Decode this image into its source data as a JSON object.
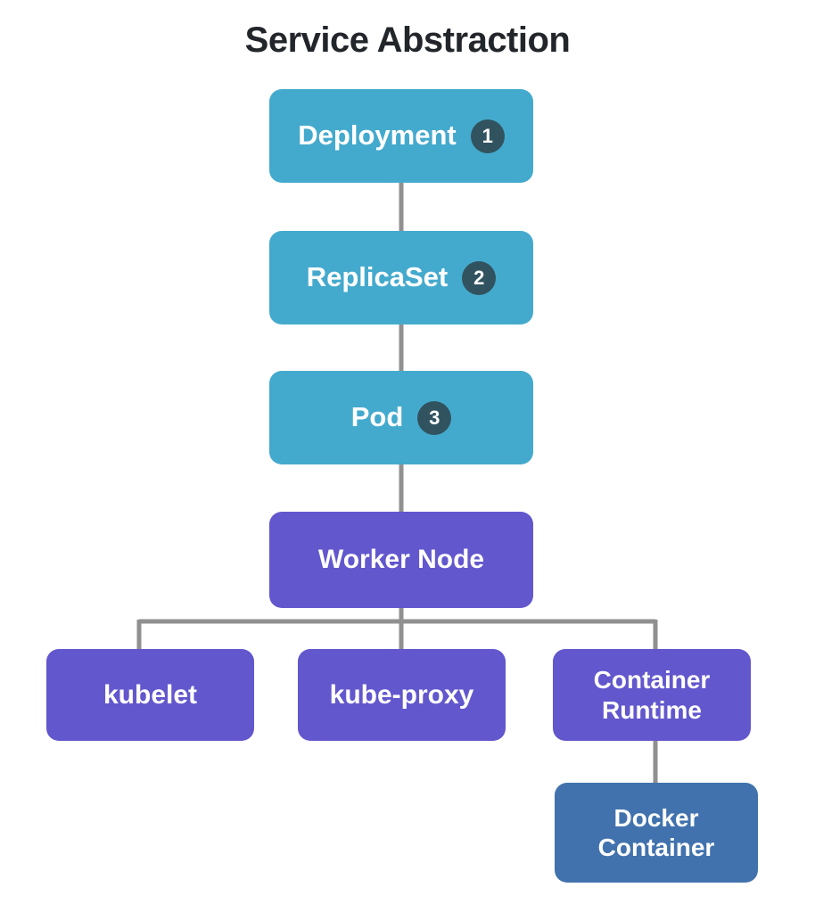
{
  "title": "Service Abstraction",
  "theme": {
    "background": "#ffffff",
    "title_color": "#22262b",
    "connector_color": "#909090",
    "teal": "#44aacd",
    "purple": "#6257cd",
    "blue": "#4172ad",
    "badge_color": "#31535f",
    "node_text_color": "#ffffff"
  },
  "nodes": {
    "deployment": {
      "label": "Deployment",
      "badge": "1",
      "color": "teal"
    },
    "replicaset": {
      "label": "ReplicaSet",
      "badge": "2",
      "color": "teal"
    },
    "pod": {
      "label": "Pod",
      "badge": "3",
      "color": "teal"
    },
    "worker": {
      "label": "Worker Node",
      "color": "purple"
    },
    "kubelet": {
      "label": "kubelet",
      "color": "purple"
    },
    "kubeproxy": {
      "label": "kube-proxy",
      "color": "purple"
    },
    "runtime": {
      "label_line1": "Container",
      "label_line2": "Runtime",
      "color": "purple"
    },
    "docker": {
      "label_line1": "Docker",
      "label_line2": "Container",
      "color": "blue"
    }
  },
  "edges": [
    {
      "from": "deployment",
      "to": "replicaset"
    },
    {
      "from": "replicaset",
      "to": "pod"
    },
    {
      "from": "pod",
      "to": "worker"
    },
    {
      "from": "worker",
      "to": "kubelet"
    },
    {
      "from": "worker",
      "to": "kubeproxy"
    },
    {
      "from": "worker",
      "to": "runtime"
    },
    {
      "from": "runtime",
      "to": "docker"
    }
  ]
}
